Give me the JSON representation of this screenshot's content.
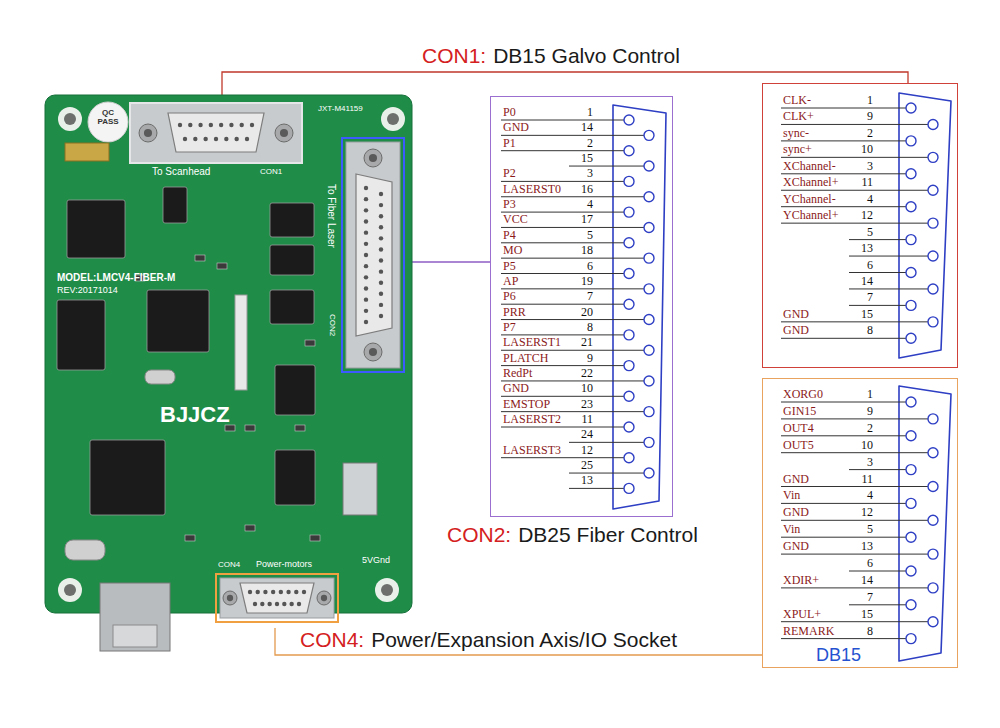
{
  "diagram": {
    "nodes": [
      {
        "text": [
          "QC PASS",
          "JXT-M41159",
          "MODEL:LMCV4-FIBER-M",
          "REV:20171014",
          "BJJCZ",
          "5VGnd"
        ]
      },
      {
        "text": [
          "To Scanhead",
          "CON1"
        ],
        "in": 0
      },
      {
        "text": [
          "To Fiber Laser",
          "CON2"
        ],
        "in": 0
      },
      {
        "text": [
          "CON4",
          "Power-motors"
        ],
        "in": 0
      },
      {
        "text": [
          "P0",
          "1",
          "GND",
          "14",
          "P1",
          "2",
          "15",
          "P2",
          "3",
          "LASERST0",
          "16",
          "P3",
          "4",
          "VCC",
          "17",
          "P4",
          "5",
          "MO",
          "18",
          "P5",
          "6",
          "AP",
          "19",
          "P6",
          "7",
          "PRR",
          "20",
          "P7",
          "8",
          "LASERST1",
          "21",
          "PLATCH",
          "9",
          "RedPt",
          "22",
          "GND",
          "10",
          "EMSTOP",
          "23",
          "LASERST2",
          "11",
          "24",
          "LASERST3",
          "12",
          "25",
          "13"
        ]
      },
      {
        "text": [
          "CLK-",
          "1",
          "CLK+",
          "9",
          "sync-",
          "2",
          "sync+",
          "10",
          "XChannel-",
          "3",
          "XChannel+",
          "11",
          "YChannel-",
          "4",
          "YChannel+",
          "12",
          "5",
          "13",
          "6",
          "14",
          "7",
          "GND",
          "15",
          "GND",
          "8"
        ]
      },
      {
        "text": [
          "XORG0",
          "1",
          "GIN15",
          "9",
          "OUT4",
          "2",
          "OUT5",
          "10",
          "3",
          "GND",
          "11",
          "Vin",
          "4",
          "GND",
          "12",
          "Vin",
          "5",
          "GND",
          "13",
          "6",
          "XDIR+",
          "14",
          "7",
          "XPUL+",
          "15",
          "REMARK",
          "8",
          "DB15"
        ]
      }
    ],
    "edges": [
      {
        "from": 1,
        "to": 5,
        "arrow": "none"
      },
      {
        "from": 2,
        "to": 4,
        "arrow": "none"
      },
      {
        "from": 3,
        "to": 6,
        "arrow": "none"
      }
    ],
    "labels": [
      "CON1:",
      "DB15 Galvo Control",
      "CON2:",
      "DB25 Fiber Control",
      "CON4:",
      "Power/Expansion Axis/IO Socket"
    ]
  }
}
